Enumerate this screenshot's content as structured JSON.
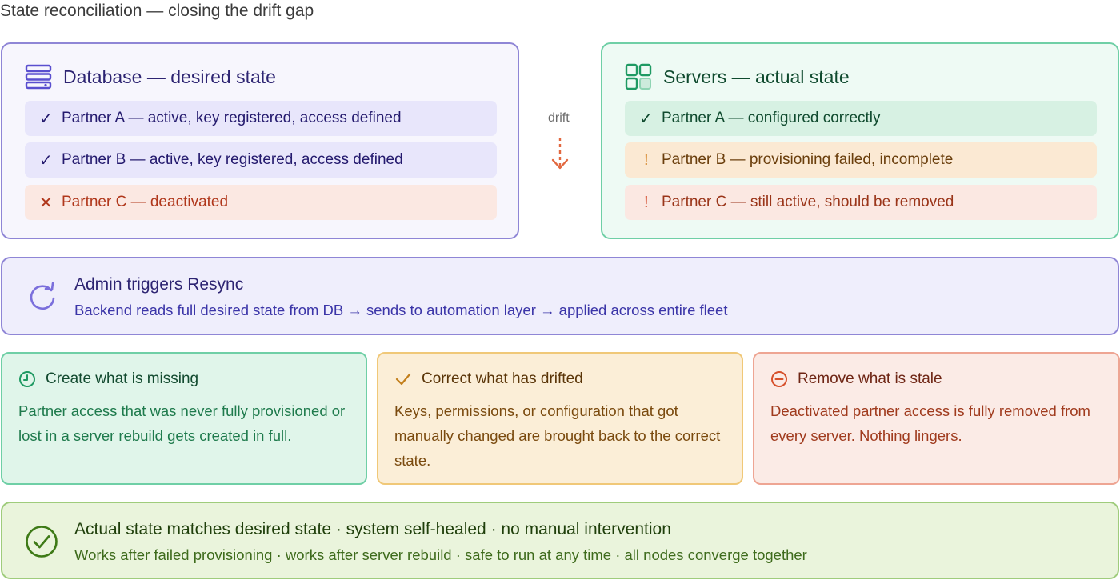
{
  "page_title": "State reconciliation — closing the drift gap",
  "database": {
    "title": "Database — desired state",
    "icon": "database-icon",
    "rows": [
      {
        "mark": "✓",
        "text": "Partner A — active, key registered, access defined"
      },
      {
        "mark": "✓",
        "text": "Partner B — active, key registered, access defined"
      },
      {
        "mark": "✕",
        "text": "Partner C — deactivated"
      }
    ]
  },
  "drift": {
    "label": "drift"
  },
  "servers": {
    "title": "Servers — actual state",
    "icon": "servers-grid-icon",
    "rows": [
      {
        "mark": "✓",
        "text": "Partner A — configured correctly"
      },
      {
        "mark": "!",
        "text": "Partner B — provisioning failed, incomplete"
      },
      {
        "mark": "!",
        "text": "Partner C — still active, should be removed"
      }
    ]
  },
  "resync": {
    "title": "Admin triggers Resync",
    "description": "Backend reads full desired state from DB → sends to automation layer → applied across entire fleet",
    "icon": "refresh-icon"
  },
  "cards": [
    {
      "title": "Create what is missing",
      "icon": "clock-icon",
      "body": "Partner access that was never fully provisioned or lost in a server rebuild gets created in full."
    },
    {
      "title": "Correct what has drifted",
      "icon": "check-icon",
      "body": "Keys, permissions, or configuration that got manually changed are brought back to the correct state."
    },
    {
      "title": "Remove what is stale",
      "icon": "minus-circle-icon",
      "body": "Deactivated partner access is fully removed from every server. Nothing lingers."
    }
  ],
  "result": {
    "title": "Actual state matches desired state · system self-healed · no manual intervention",
    "description": "Works after failed provisioning · works after server rebuild · safe to run at any time · all nodes converge together",
    "icon": "check-circle-icon"
  },
  "colors": {
    "purple_accent": "#8f86d6",
    "green_accent": "#6fcfa6",
    "amber_accent": "#f0c878",
    "red_accent": "#eea593",
    "drift_arrow": "#e2683f"
  }
}
